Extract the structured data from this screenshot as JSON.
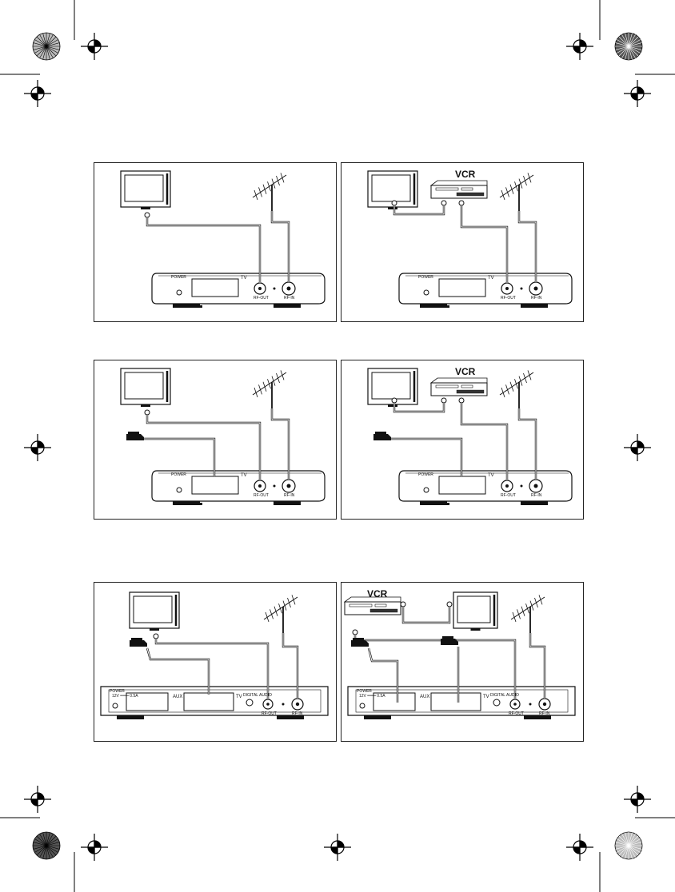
{
  "panels": [
    {
      "id": "p1",
      "vcr": false,
      "scart": false,
      "aux": false,
      "labels": {
        "power": "POWER",
        "tv": "TV",
        "rf_out": "RF-OUT",
        "rf_in": "RF-IN"
      }
    },
    {
      "id": "p2",
      "vcr": true,
      "scart": false,
      "aux": false,
      "labels": {
        "vcr": "VCR",
        "power": "POWER",
        "tv": "TV",
        "rf_out": "RF-OUT",
        "rf_in": "RF-IN"
      }
    },
    {
      "id": "p3",
      "vcr": false,
      "scart": true,
      "aux": false,
      "labels": {
        "power": "POWER",
        "tv": "TV",
        "rf_out": "RF-OUT",
        "rf_in": "RF-IN"
      }
    },
    {
      "id": "p4",
      "vcr": true,
      "scart": true,
      "aux": false,
      "labels": {
        "vcr": "VCR",
        "power": "POWER",
        "tv": "TV",
        "rf_out": "RF-OUT",
        "rf_in": "RF-IN"
      }
    },
    {
      "id": "p5",
      "vcr": false,
      "scart": true,
      "aux": true,
      "labels": {
        "power": "POWER",
        "power_rating": "12V ═══ 0.5A",
        "aux": "AUX",
        "tv": "TV",
        "digital_audio": "DIGITAL AUDIO",
        "rf_out": "RF-OUT",
        "rf_in": "RF-IN"
      }
    },
    {
      "id": "p6",
      "vcr": true,
      "scart": true,
      "aux": true,
      "labels": {
        "vcr": "VCR",
        "power": "POWER",
        "power_rating": "12V ═══ 0.5A",
        "aux": "AUX",
        "tv": "TV",
        "digital_audio": "DIGITAL AUDIO",
        "rf_out": "RF-OUT",
        "rf_in": "RF-IN"
      }
    }
  ]
}
